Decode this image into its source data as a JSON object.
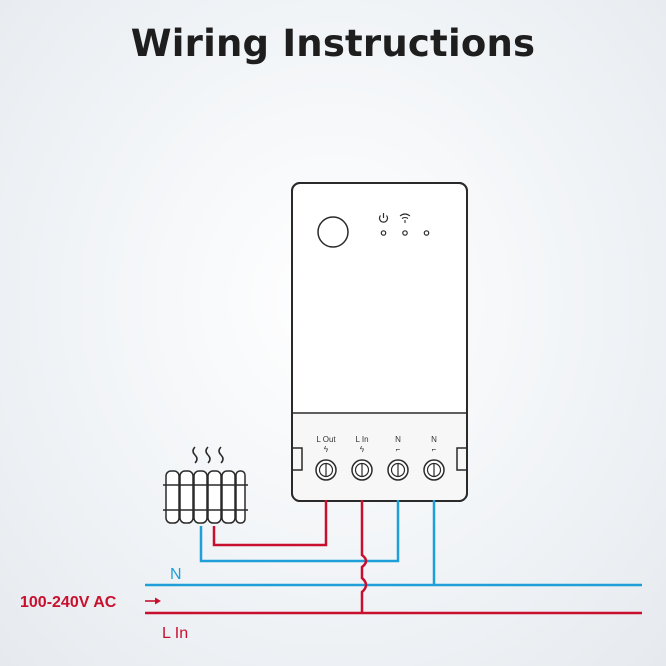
{
  "title": "Wiring Instructions",
  "terminals": [
    {
      "label": "L Out",
      "symbol": "ϟ"
    },
    {
      "label": "L In",
      "symbol": "ϟ"
    },
    {
      "label": "N",
      "symbol": "⌐"
    },
    {
      "label": "N",
      "symbol": "⌐"
    }
  ],
  "lines": {
    "neutral_label": "N",
    "live_label": "L In",
    "supply_label": "100-240V AC"
  },
  "colors": {
    "live": "#c8102e",
    "neutral": "#1e9fd8",
    "device_outline": "#2a2a2a",
    "title": "#1e1e1e"
  },
  "icons": [
    "power-icon",
    "wifi-icon",
    "heater-icon",
    "arrow-right-icon"
  ]
}
